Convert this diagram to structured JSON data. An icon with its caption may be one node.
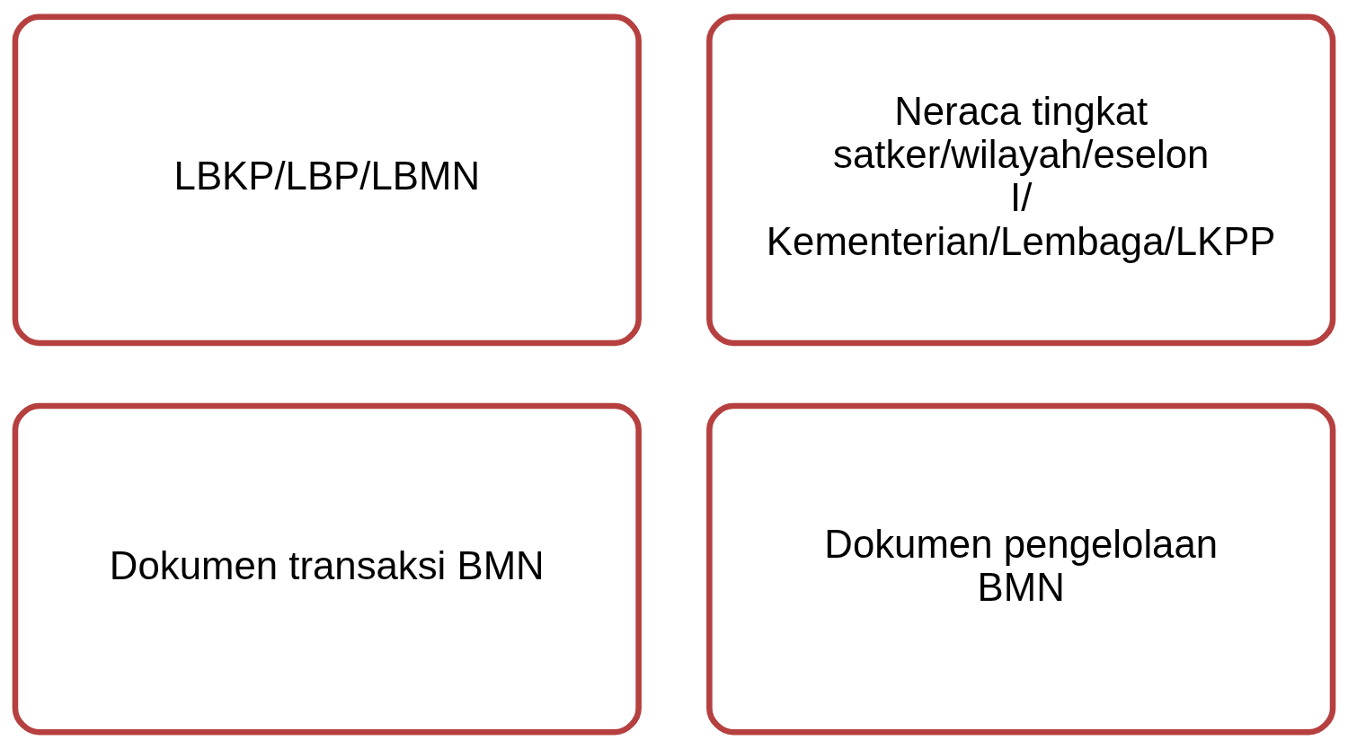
{
  "diagram": {
    "nodes": [
      {
        "text": [
          "LBKP/LBP/LBMN"
        ]
      },
      {
        "text": [
          "Neraca tingkat satker/wilayah/eselon I/ Kementerian/Lembaga/LKPP"
        ]
      },
      {
        "text": [
          "Dokumen transaksi BMN"
        ]
      },
      {
        "text": [
          "Dokumen pengelolaan BMN"
        ]
      }
    ]
  }
}
